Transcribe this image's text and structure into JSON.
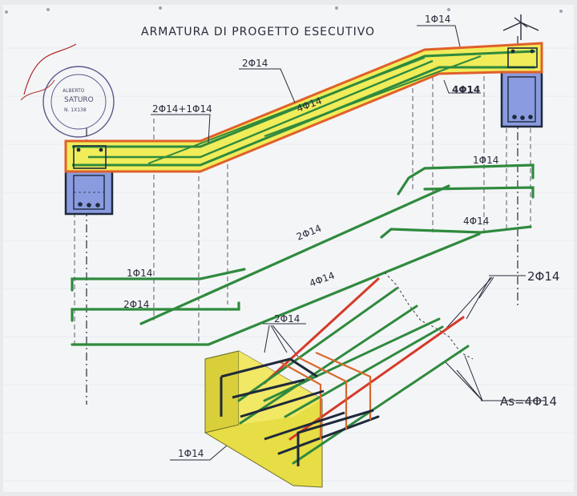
{
  "title": "ARMATURA DI PROGETTO ESECUTIVO",
  "labels": {
    "top_right": "1Φ14",
    "top_mid": "2Φ14",
    "left_top": "2Φ14+1Φ14",
    "beam_mid": "4Φ14",
    "right_col": "4Φ14",
    "bar_a": "1Φ14",
    "bar_b": "4Φ14",
    "bar_c": "2Φ14",
    "bar_d": "1Φ14",
    "bar_e": "2Φ14",
    "bar_f": "4Φ14",
    "iso_a": "2Φ14",
    "iso_right": "2Φ14",
    "iso_as": "As=4Φ14",
    "iso_bottom": "1Φ14"
  },
  "stamp": {
    "name": "SATURO",
    "first": "ALBERTO",
    "number": "N. 1X138"
  },
  "colors": {
    "paper": "#f4f5f7",
    "beam_fill": "#f0ec5a",
    "beam_outline": "#e0602a",
    "rebar_green": "#2f8a3e",
    "column": "#7f8fd8",
    "dark": "#1e2a3a",
    "red": "#d63a2a"
  }
}
